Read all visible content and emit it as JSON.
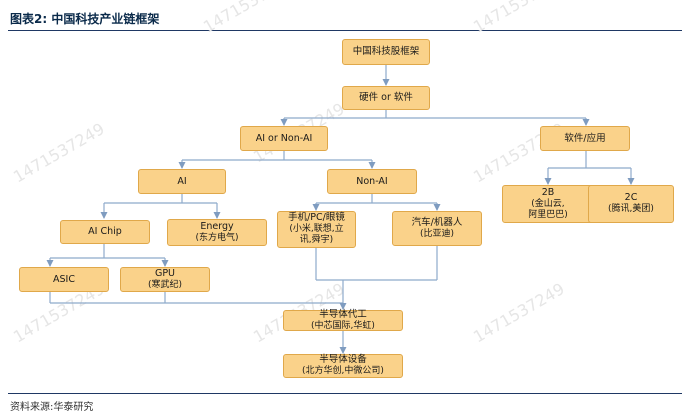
{
  "title": "图表2:  中国科技产业链框架",
  "source": "资料来源:华泰研究",
  "watermark": "1471537249",
  "nodes": {
    "root": {
      "label": "中国科技股框架",
      "sub": ""
    },
    "hw_sw": {
      "label": "硬件 or 软件",
      "sub": ""
    },
    "ai_or_nonai": {
      "label": "AI or Non-AI",
      "sub": ""
    },
    "software_app": {
      "label": "软件/应用",
      "sub": ""
    },
    "ai": {
      "label": "AI",
      "sub": ""
    },
    "nonai": {
      "label": "Non-AI",
      "sub": ""
    },
    "b2b": {
      "label": "2B",
      "sub": "(金山云,\n阿里巴巴)"
    },
    "b2c": {
      "label": "2C",
      "sub": "(腾讯,美团)"
    },
    "ai_chip": {
      "label": "AI Chip",
      "sub": ""
    },
    "energy": {
      "label": "Energy",
      "sub": "(东方电气)"
    },
    "phone_pc": {
      "label": "手机/PC/眼镜",
      "sub": "(小米,联想,立\n讯,舜宇)"
    },
    "auto_robot": {
      "label": "汽车/机器人",
      "sub": "(比亚迪)"
    },
    "asic": {
      "label": "ASIC",
      "sub": ""
    },
    "gpu": {
      "label": "GPU",
      "sub": "(寒武纪)"
    },
    "foundry": {
      "label": "半导体代工",
      "sub": "(中芯国际,华虹)"
    },
    "equipment": {
      "label": "半导体设备",
      "sub": "(北方华创,中微公司)"
    }
  }
}
